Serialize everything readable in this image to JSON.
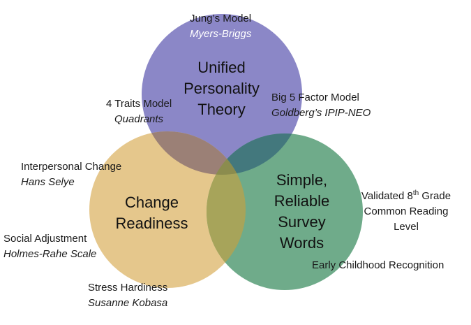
{
  "circles": {
    "top": {
      "title_lines": [
        "Unified",
        "Personality",
        "Theory"
      ],
      "color": "#8b87c7"
    },
    "left": {
      "title_lines": [
        "Change",
        "Readiness"
      ],
      "color": "#e5c78c"
    },
    "right": {
      "title_lines": [
        "Simple,",
        "Reliable",
        "Survey",
        "Words"
      ],
      "color": "#6fab8a"
    }
  },
  "overlap_colors": {
    "top_left": "#9b8076",
    "top_right": "#43787d",
    "left_right": "#a7a45a",
    "center": "#8b8c4e"
  },
  "labels": {
    "jung": {
      "title": "Jung’s Model",
      "sub": "Myers-Briggs"
    },
    "traits": {
      "title": "4 Traits Model",
      "sub": "Quadrants"
    },
    "big5": {
      "title": "Big 5 Factor Model",
      "sub": "Goldberg’s IPIP-NEO"
    },
    "interpersonal": {
      "title": "Interpersonal Change",
      "sub": "Hans Selye"
    },
    "social": {
      "title": "Social Adjustment",
      "sub": "Holmes-Rahe Scale"
    },
    "stress": {
      "title": "Stress Hardiness",
      "sub": "Susanne Kobasa"
    },
    "validated": {
      "line1_prefix": "Validated 8",
      "line1_sup": "th",
      "line1_suffix": " Grade",
      "line2": "Common Reading",
      "line3": "Level"
    },
    "early": {
      "title": "Early Childhood Recognition"
    }
  }
}
